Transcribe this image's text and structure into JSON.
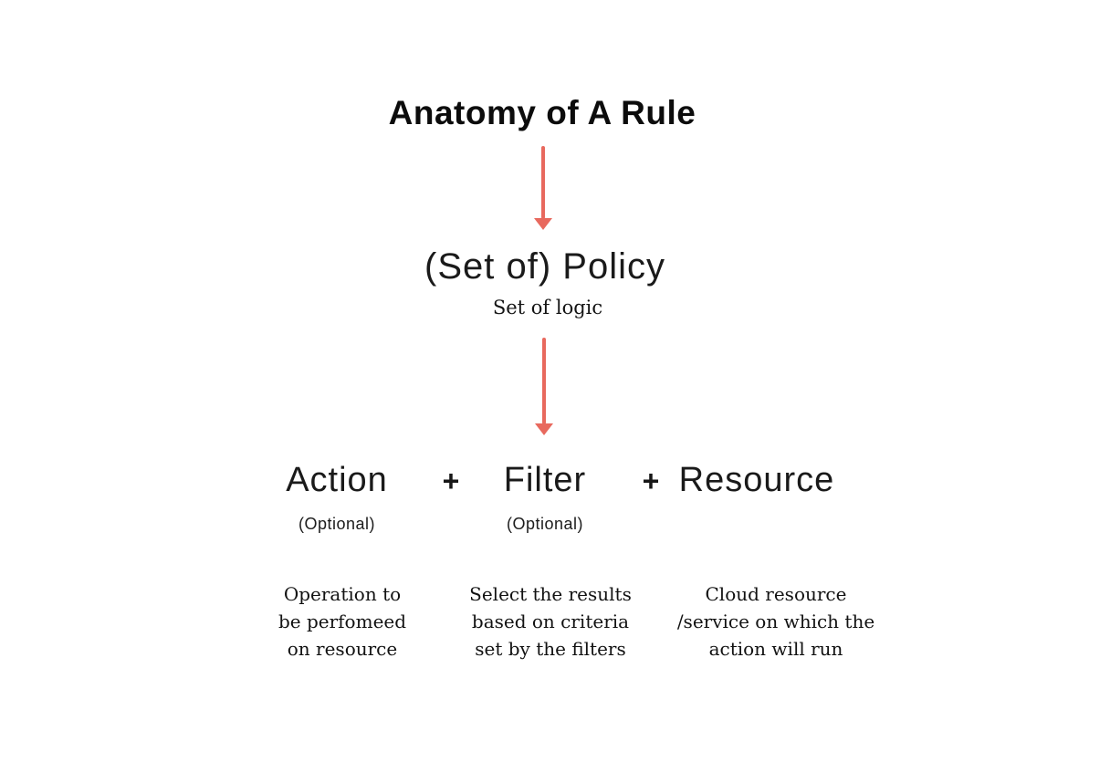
{
  "title": "Anatomy of A Rule",
  "colors": {
    "arrow": "#e8695e",
    "background": "#ffffff",
    "text": "#111111"
  },
  "policy": {
    "label": "(Set of) Policy",
    "sublabel": "Set of logic"
  },
  "components": {
    "plus_1": "+",
    "plus_2": "+",
    "action": {
      "label": "Action",
      "optional": "(Optional)",
      "description": "Operation to\nbe perfomeed\non resource"
    },
    "filter": {
      "label": "Filter",
      "optional": "(Optional)",
      "description": "Select the results\nbased on criteria\nset by the filters"
    },
    "resource": {
      "label": "Resource",
      "description": "Cloud resource\n/service on which the\naction will run"
    }
  }
}
